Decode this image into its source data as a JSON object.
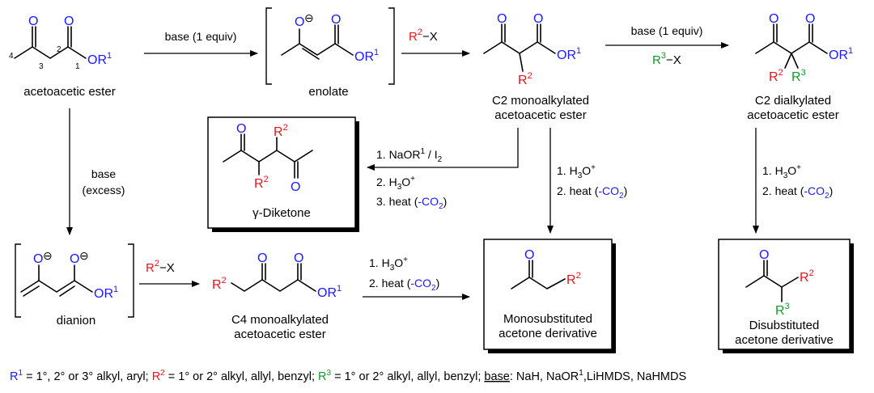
{
  "labels": {
    "atom_O": "O",
    "or1_or": "OR",
    "or1_sup": "1",
    "r2_r": "R",
    "r2_sup": "2",
    "r3_r": "R",
    "r3_sup": "3",
    "num_1": "1",
    "num_2": "2",
    "num_3": "3",
    "num_4": "4",
    "minus": "⊖"
  },
  "compounds": {
    "acetoacetic": "acetoacetic ester",
    "enolate": "enolate",
    "mono_l1": "C2 monoalkylated",
    "mono_l2": "acetoacetic ester",
    "di_l1": "C2 dialkylated",
    "di_l2": "acetoacetic ester",
    "dianion": "dianion",
    "c4_l1": "C4 monoalkylated",
    "c4_l2": "acetoacetic ester",
    "diketone": "γ-Diketone",
    "monosub_l1": "Monosubstituted",
    "monosub_l2": "acetone derivative",
    "disub_l1": "Disubstituted",
    "disub_l2": "acetone derivative"
  },
  "reagents": {
    "base1": "base (1 equiv)",
    "r2x_r": "R",
    "r2x_sup": "2",
    "r2x_rest": "−X",
    "base2": "base (1 equiv)",
    "r3x_r": "R",
    "r3x_sup": "3",
    "r3x_rest": "−X",
    "base_excess_1": "base",
    "base_excess_2": "(excess)",
    "dk1_a": "1. NaOR",
    "dk1_sup": "1",
    "dk1_b": " / I",
    "dk1_sub": "2",
    "step_h3o_a": "2. H",
    "step_h3o_sub": "3",
    "step_h3o_b": "O",
    "step_h3o_sup": "+",
    "step3_heat_a": "3. heat (",
    "co2_a": "-CO",
    "co2_sub": "2",
    "close_paren": ")",
    "s1_h3o_a": "1. H",
    "s1_h3o_sub": "3",
    "s1_h3o_b": "O",
    "s1_h3o_sup": "+",
    "s2_heat_a": "2. heat (",
    "r2x2_r": "R",
    "r2x2_sup": "2",
    "r2x2_rest": "−X"
  },
  "footnote": {
    "r1": "R",
    "r1_sup": "1",
    "r1_def": " = 1°, 2° or 3° alkyl, aryl; ",
    "r2": "R",
    "r2_sup": "2",
    "r2_def": " = 1° or 2° alkyl, allyl, benzyl; ",
    "r3": "R",
    "r3_sup": "3",
    "r3_def": " = 1° or 2° alkyl, allyl, benzyl; ",
    "base_word": "base",
    "base_def": ": NaH, NaOR",
    "base_sup": "1",
    "base_rest": ",LiHMDS, NaHMDS"
  },
  "colors": {
    "heteroatom": "#1a1aff",
    "r2": "#e8141b",
    "r3": "#129a2a",
    "black": "#000000"
  }
}
